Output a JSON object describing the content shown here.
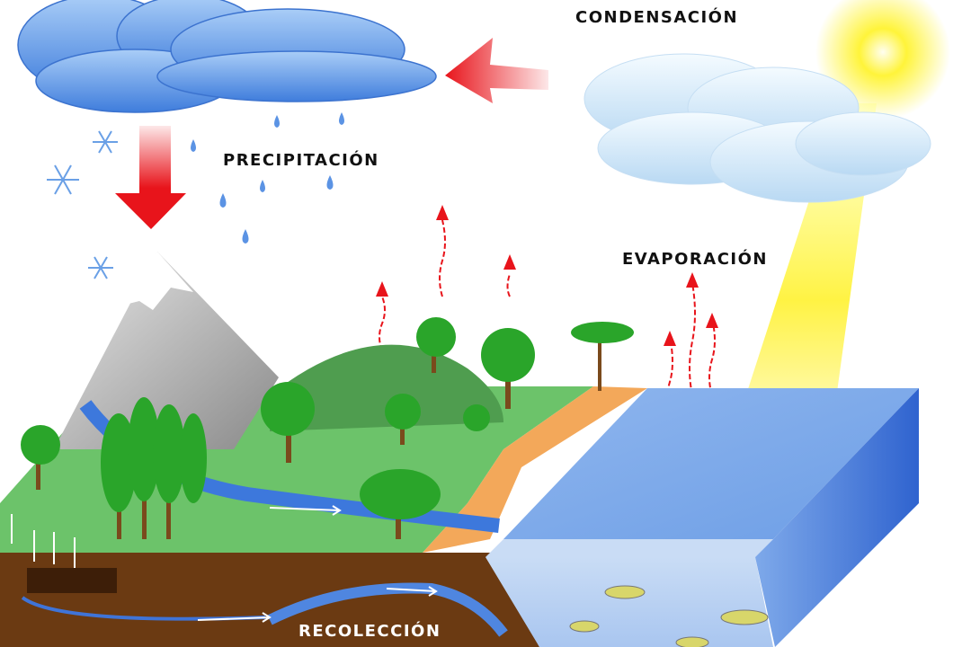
{
  "labels": {
    "condensation": "CONDENSACIÓN",
    "precipitation": "PRECIPITACIÓN",
    "evaporation": "EVAPORACIÓN",
    "collection": "RECOLECCIÓN"
  },
  "colors": {
    "arrow": "#e8141b",
    "rain_cloud": "#4d86e0",
    "water": "#4f86e0",
    "land": "#6cc36a",
    "soil": "#6b3a12",
    "sand": "#f3a85a",
    "sun": "#fff23a"
  }
}
